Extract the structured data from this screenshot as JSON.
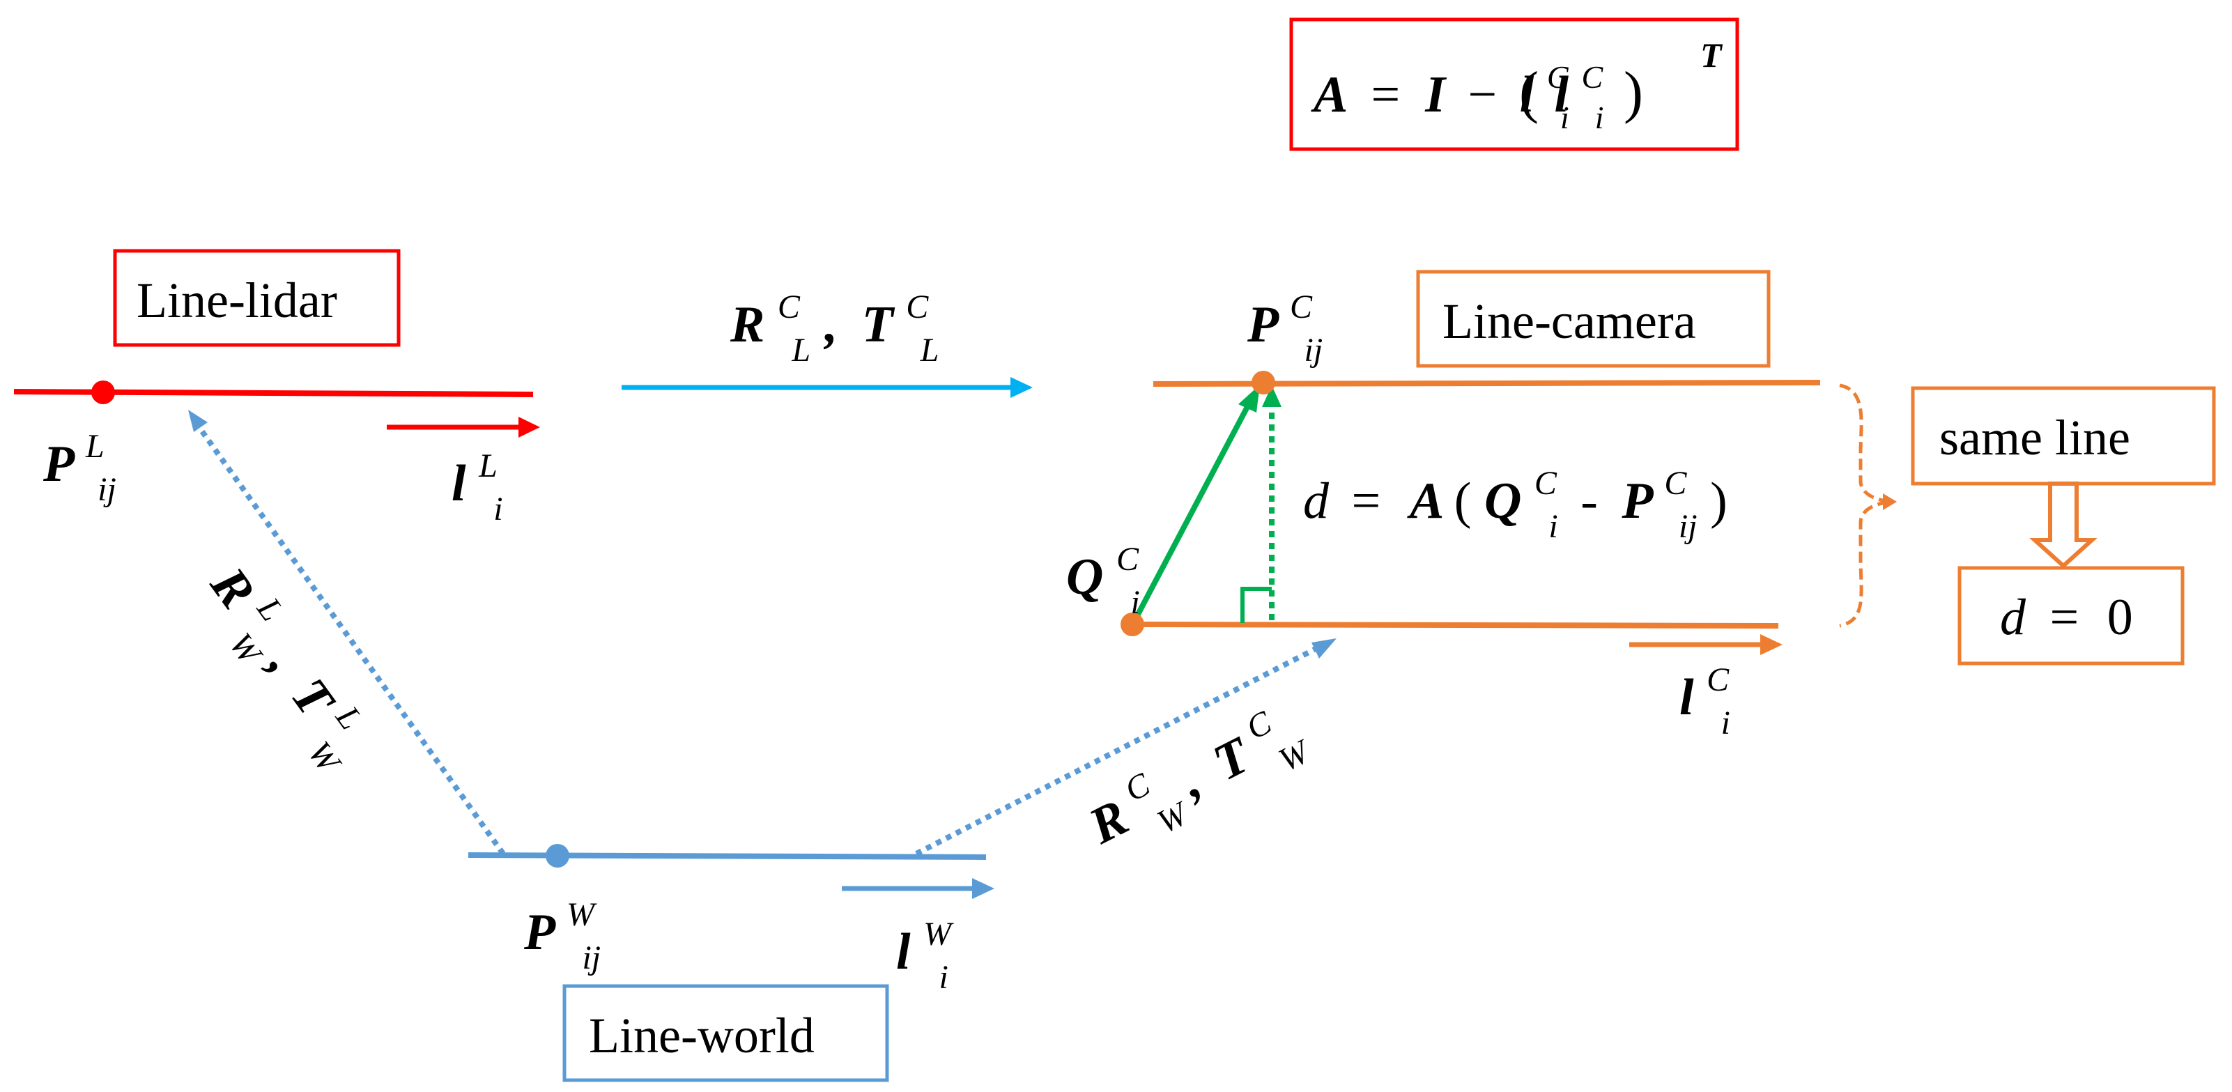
{
  "colors": {
    "lidar": "#ff0000",
    "world": "#5b9bd5",
    "camera": "#ed7d31",
    "transform_arrow": "#00b0f0",
    "green": "#00b050",
    "text": "#000000"
  },
  "boxes": {
    "formula": {
      "A": "A",
      "eq": "=",
      "I": "I",
      "minus": "−",
      "l": "l",
      "sup": "C",
      "sub": "i",
      "T": "T"
    },
    "line_lidar": "Line-lidar",
    "line_camera": "Line-camera",
    "line_world": "Line-world",
    "same_line": "same line",
    "d_zero": {
      "d": "d",
      "eq": "=",
      "zero": "0"
    }
  },
  "labels": {
    "p_lidar": {
      "base": "P",
      "sup": "L",
      "sub": "ij"
    },
    "l_lidar": {
      "base": "l",
      "sup": "L",
      "sub": "i"
    },
    "rt_lc": {
      "R": "R",
      "sub": "L",
      "sup": "C",
      "comma": ",",
      "T": "T"
    },
    "p_camera": {
      "base": "P",
      "sup": "C",
      "sub": "ij"
    },
    "q_camera": {
      "base": "Q",
      "sup": "C",
      "sub": "i"
    },
    "l_camera": {
      "base": "l",
      "sup": "C",
      "sub": "i"
    },
    "d_eq": {
      "d": "d",
      "eq": "=",
      "A": "A",
      "lp": "(",
      "Q": "Q",
      "Qsup": "C",
      "Qsub": "i",
      "minus": "-",
      "P": "P",
      "Psup": "C",
      "Psub": "ij",
      "rp": ")"
    },
    "rt_wl": {
      "R": "R",
      "sub": "W",
      "sup": "L",
      "comma": ",",
      "T": "T"
    },
    "rt_wc": {
      "R": "R",
      "sub": "W",
      "sup": "C",
      "comma": ",",
      "T": "T"
    },
    "p_world": {
      "base": "P",
      "sup": "W",
      "sub": "ij"
    },
    "l_world": {
      "base": "l",
      "sup": "W",
      "sub": "i"
    }
  }
}
